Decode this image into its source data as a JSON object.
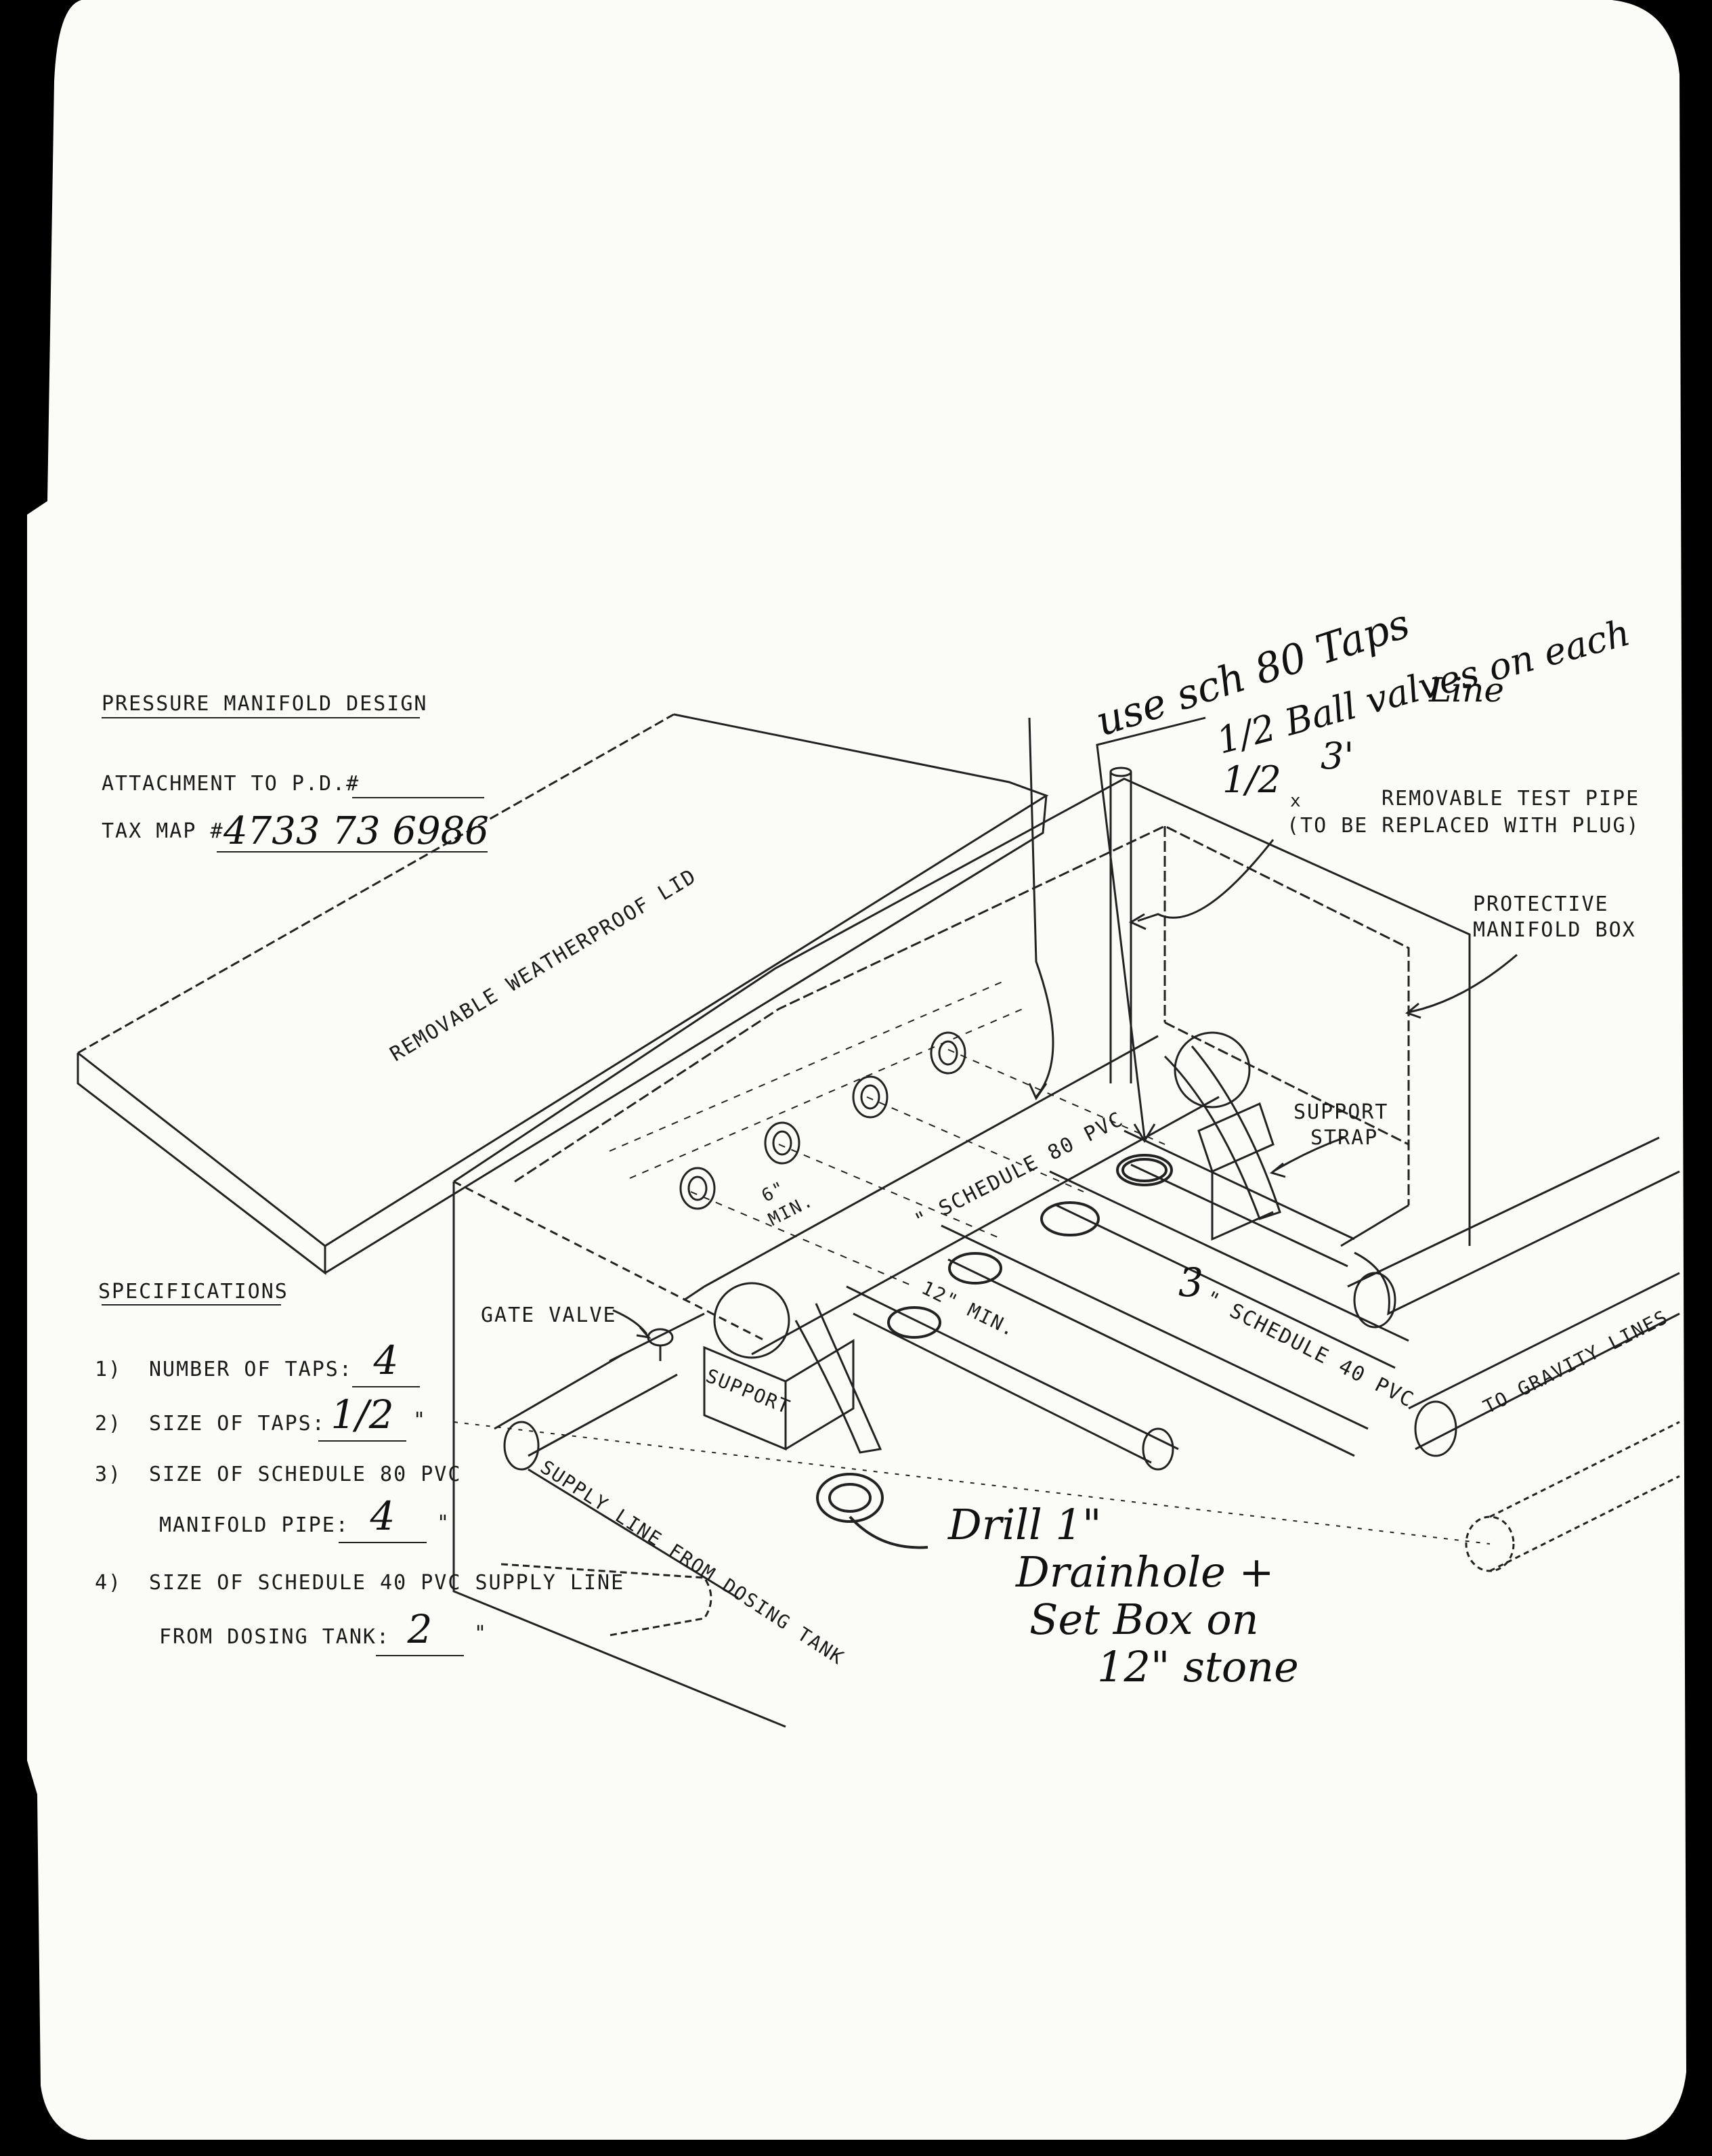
{
  "title": "PRESSURE MANIFOLD DESIGN",
  "attachment_label": "ATTACHMENT TO P.D.#",
  "tax_map_label": "TAX MAP #",
  "tax_map_value": "4733 73 6986",
  "specifications": {
    "heading": "SPECIFICATIONS",
    "items": [
      {
        "num": "1)",
        "label": "NUMBER OF TAPS:",
        "value": "4",
        "unit": ""
      },
      {
        "num": "2)",
        "label": "SIZE OF TAPS:",
        "value": "1/2",
        "unit": "\""
      },
      {
        "num": "3)",
        "label": "SIZE OF SCHEDULE 80 PVC",
        "label2": "MANIFOLD PIPE:",
        "value": "4",
        "unit": "\""
      },
      {
        "num": "4)",
        "label": "SIZE OF SCHEDULE 40 PVC SUPPLY LINE",
        "label2": "FROM DOSING TANK:",
        "value": "2",
        "unit": "\""
      }
    ]
  },
  "diagram_labels": {
    "lid": "REMOVABLE WEATHERPROOF LID",
    "test_pipe_size": "1/2",
    "test_pipe_length": "3'",
    "test_pipe": "REMOVABLE TEST PIPE",
    "test_pipe_note": "(TO BE REPLACED WITH PLUG)",
    "protective_box_1": "PROTECTIVE",
    "protective_box_2": "MANIFOLD BOX",
    "support_strap_1": "SUPPORT",
    "support_strap_2": "STRAP",
    "schedule80": "\" SCHEDULE 80 PVC",
    "six_min_1": "6\"",
    "six_min_2": "MIN.",
    "twelve_min": "12\" MIN.",
    "gate_valve": "GATE VALVE",
    "support": "SUPPORT",
    "schedule40_value": "3",
    "schedule40": "\" SCHEDULE 40 PVC",
    "gravity": "TO GRAVITY LINES",
    "supply_line": "SUPPLY LINE FROM DOSING TANK"
  },
  "handwritten": {
    "note1": "use sch 80 Taps",
    "note2": "1/2 Ball valves on each",
    "note3": "Line",
    "drill1": "Drill 1\"",
    "drill2": "Drainhole +",
    "drill3": "Set Box on",
    "drill4": "12\" stone"
  }
}
